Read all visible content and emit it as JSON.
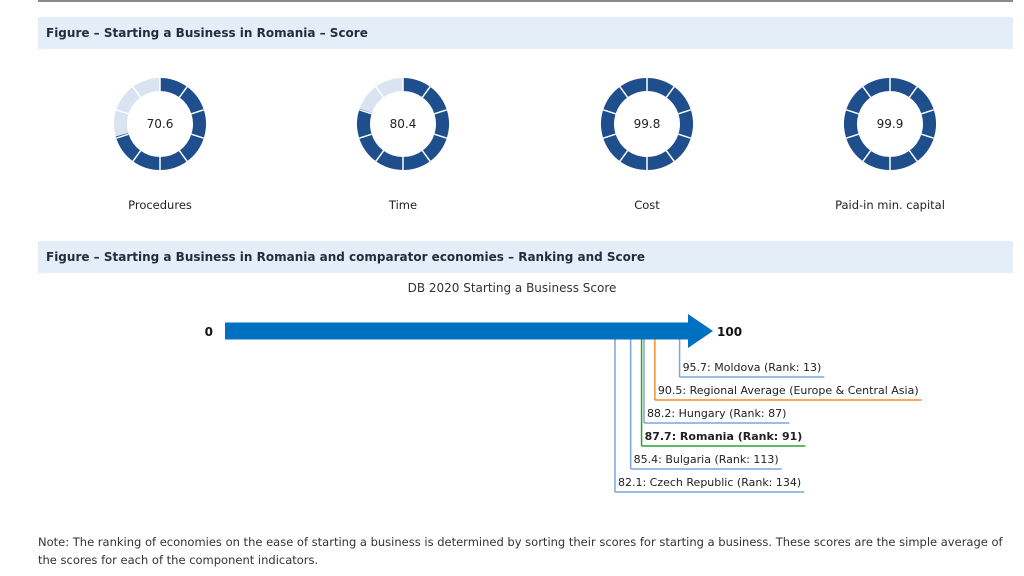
{
  "figure1": {
    "title": "Figure – Starting a Business in Romania – Score"
  },
  "figure2": {
    "title": "Figure – Starting a Business in Romania and comparator economies – Ranking and Score",
    "subtitle": "DB 2020 Starting a Business Score"
  },
  "note": "Note: The ranking of economies on the ease of starting a business is determined by sorting their scores for starting a business. These scores are the simple average of the scores for each of the component indicators.",
  "colors": {
    "donut_fill": "#1f4e8c",
    "donut_empty": "#d9e3f2",
    "arrow": "#0070c0",
    "orange": "#f28e2b",
    "green": "#2ca02c",
    "blue_line": "#7aa6dd",
    "header_bg": "#e3eef8"
  },
  "chart_data": [
    {
      "type": "donut",
      "segments_per_ring": 10,
      "items": [
        {
          "label": "Procedures",
          "value": 70.6,
          "display": "70.6"
        },
        {
          "label": "Time",
          "value": 80.4,
          "display": "80.4"
        },
        {
          "label": "Cost",
          "value": 99.8,
          "display": "99.8"
        },
        {
          "label": "Paid-in min. capital",
          "value": 99.9,
          "display": "99.9"
        }
      ],
      "max": 100
    },
    {
      "type": "scale",
      "min": 0,
      "max": 100,
      "min_label": "0",
      "max_label": "100",
      "points": [
        {
          "text": "95.7: Moldova (Rank: 13)",
          "value": 95.7,
          "color": "#7aa6dd",
          "bold": false
        },
        {
          "text": "90.5: Regional Average (Europe & Central Asia)",
          "value": 90.5,
          "color": "#f28e2b",
          "bold": false
        },
        {
          "text": "88.2: Hungary (Rank: 87)",
          "value": 88.2,
          "color": "#7aa6dd",
          "bold": false
        },
        {
          "text": "87.7: Romania (Rank: 91)",
          "value": 87.7,
          "color": "#2ca02c",
          "bold": true
        },
        {
          "text": "85.4: Bulgaria (Rank: 113)",
          "value": 85.4,
          "color": "#7aa6dd",
          "bold": false
        },
        {
          "text": "82.1: Czech Republic (Rank: 134)",
          "value": 82.1,
          "color": "#7aa6dd",
          "bold": false
        }
      ]
    }
  ]
}
